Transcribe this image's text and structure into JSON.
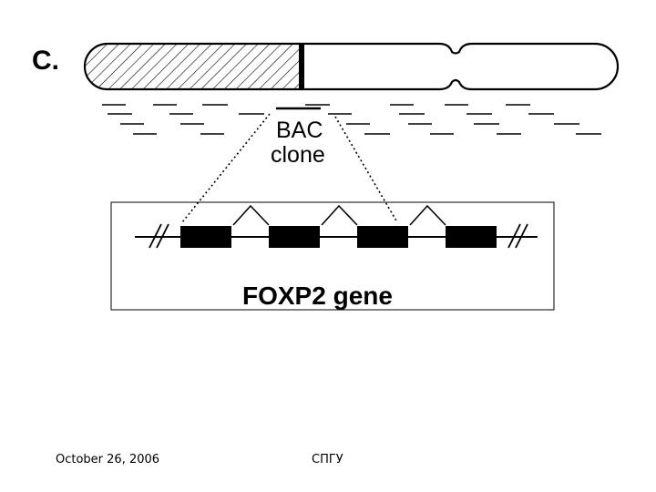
{
  "figure": {
    "panel_label": "C.",
    "bac_label_line1": "BAC",
    "bac_label_line2": "clone",
    "gene_label": "FOXP2 gene"
  },
  "footer": {
    "date": "October 26, 2006",
    "organization": "СПГУ"
  }
}
